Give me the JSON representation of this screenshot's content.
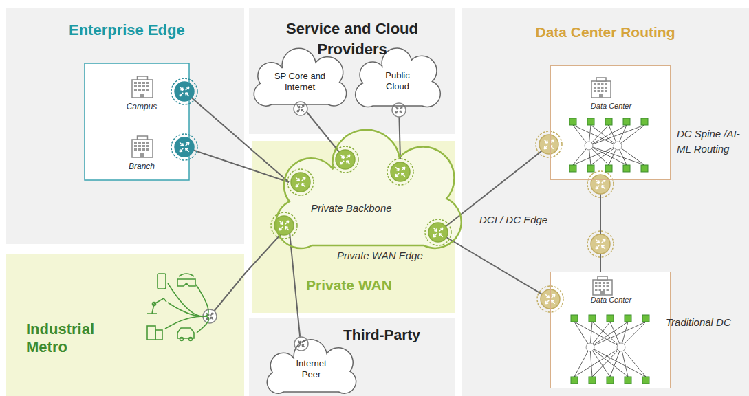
{
  "diagram": {
    "nodes": [
      {
        "text": [
          "Enterprise Edge"
        ]
      },
      {
        "text": [
          "Campus"
        ],
        "in": 0
      },
      {
        "text": [
          "Branch"
        ],
        "in": 0
      },
      {
        "text": [
          "Service and Cloud Providers"
        ]
      },
      {
        "text": [
          "SP Core and Internet"
        ],
        "in": 3
      },
      {
        "text": [
          "Public Cloud"
        ],
        "in": 3
      },
      {
        "text": [
          "Private WAN"
        ]
      },
      {
        "text": [
          "Private Backbone"
        ],
        "in": 6
      },
      {
        "text": [
          "Industrial Metro"
        ]
      },
      {
        "text": [
          "Third-Party"
        ]
      },
      {
        "text": [
          "Internet Peer"
        ],
        "in": 9
      },
      {
        "text": [
          "Data Center Routing"
        ]
      },
      {
        "text": [
          "Data Center"
        ],
        "in": 11
      },
      {
        "text": [
          "Data Center"
        ],
        "in": 11
      }
    ],
    "edges": [
      {
        "from": 1,
        "to": 7,
        "arrow": "none"
      },
      {
        "from": 2,
        "to": 7,
        "arrow": "none"
      },
      {
        "from": 4,
        "to": 7,
        "arrow": "none"
      },
      {
        "from": 5,
        "to": 7,
        "arrow": "none"
      },
      {
        "from": 8,
        "to": 7,
        "arrow": "none"
      },
      {
        "from": 10,
        "to": 7,
        "arrow": "none"
      },
      {
        "from": 7,
        "to": 12,
        "arrow": "none"
      },
      {
        "from": 7,
        "to": 13,
        "arrow": "none"
      },
      {
        "from": 12,
        "to": 13,
        "arrow": "none"
      }
    ],
    "labels": [
      "Private WAN Edge",
      "DC Spine /AI-ML Routing",
      "DCI / DC Edge",
      "Traditional DC"
    ]
  }
}
